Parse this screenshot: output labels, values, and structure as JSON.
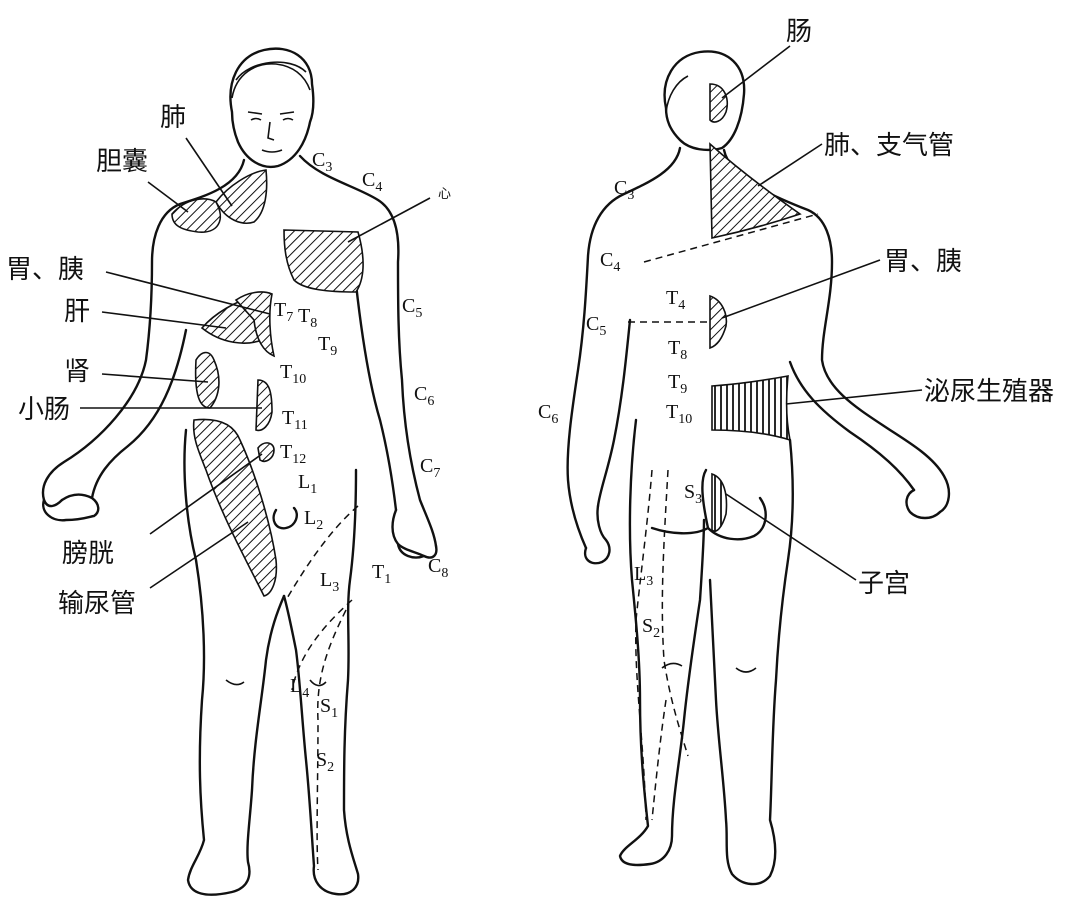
{
  "front": {
    "organs": {
      "lung": "肺",
      "gallbladder": "胆囊",
      "heart": "心",
      "stomach_pancreas": "胃、胰",
      "liver": "肝",
      "kidney": "肾",
      "small_intestine": "小肠",
      "bladder": "膀胱",
      "ureter": "输尿管"
    },
    "segments": {
      "c3": {
        "base": "C",
        "sub": "3"
      },
      "c4": {
        "base": "C",
        "sub": "4"
      },
      "c5": {
        "base": "C",
        "sub": "5"
      },
      "c6": {
        "base": "C",
        "sub": "6"
      },
      "c7": {
        "base": "C",
        "sub": "7"
      },
      "c8": {
        "base": "C",
        "sub": "8"
      },
      "t1": {
        "base": "T",
        "sub": "1"
      },
      "t7": {
        "base": "T",
        "sub": "7"
      },
      "t8": {
        "base": "T",
        "sub": "8"
      },
      "t9": {
        "base": "T",
        "sub": "9"
      },
      "t10": {
        "base": "T",
        "sub": "10"
      },
      "t11": {
        "base": "T",
        "sub": "11"
      },
      "t12": {
        "base": "T",
        "sub": "12"
      },
      "l1": {
        "base": "L",
        "sub": "1"
      },
      "l2": {
        "base": "L",
        "sub": "2"
      },
      "l3": {
        "base": "L",
        "sub": "3"
      },
      "l4": {
        "base": "L",
        "sub": "4"
      },
      "s1": {
        "base": "S",
        "sub": "1"
      },
      "s2": {
        "base": "S",
        "sub": "2"
      }
    }
  },
  "back": {
    "organs": {
      "intestine": "肠",
      "lung_bronchus": "肺、支气管",
      "stomach_pancreas": "胃、胰",
      "urogenital": "泌尿生殖器",
      "uterus": "子宫"
    },
    "segments": {
      "c3": {
        "base": "C",
        "sub": "3"
      },
      "c4": {
        "base": "C",
        "sub": "4"
      },
      "c5": {
        "base": "C",
        "sub": "5"
      },
      "c6": {
        "base": "C",
        "sub": "6"
      },
      "t4": {
        "base": "T",
        "sub": "4"
      },
      "t8": {
        "base": "T",
        "sub": "8"
      },
      "t9": {
        "base": "T",
        "sub": "9"
      },
      "t10": {
        "base": "T",
        "sub": "10"
      },
      "s3": {
        "base": "S",
        "sub": "3"
      },
      "l3": {
        "base": "L",
        "sub": "3"
      },
      "s2": {
        "base": "S",
        "sub": "2"
      }
    }
  }
}
